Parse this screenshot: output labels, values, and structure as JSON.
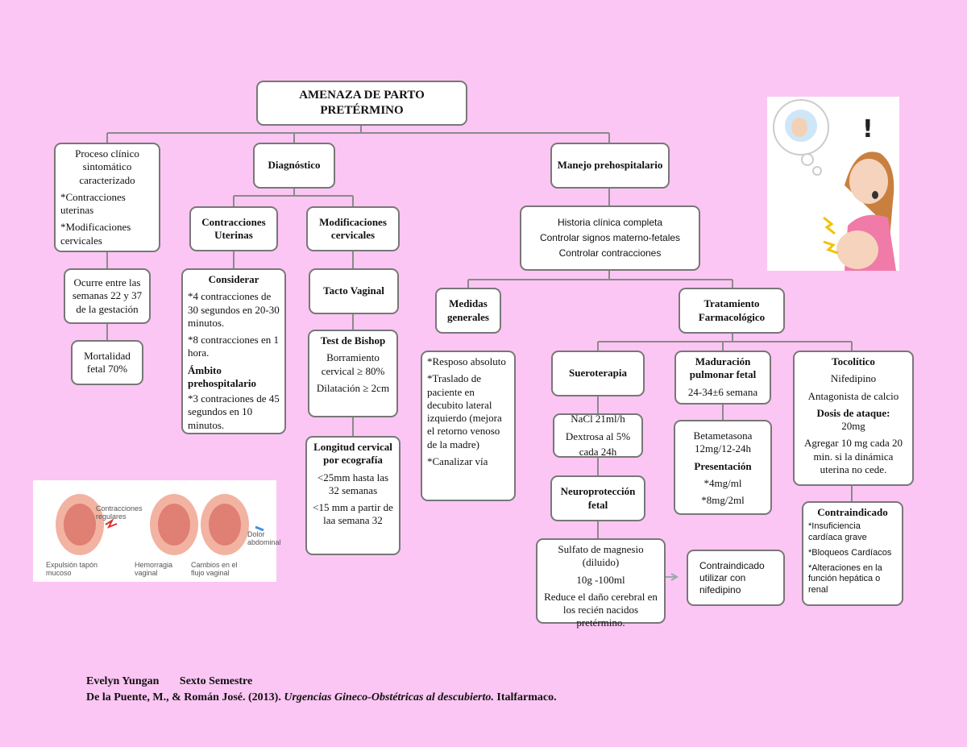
{
  "title": "AMENAZA DE PARTO PRETÉRMINO",
  "clinical": {
    "heading": "Proceso clínico sintomático caracterizado",
    "items": [
      "*Contracciones uterinas",
      "*Modificaciones cervicales"
    ],
    "weeks": "Ocurre entre las semanas 22 y 37 de la gestación",
    "mortality": "Mortalidad fetal 70%"
  },
  "diagnosis": {
    "label": "Diagnóstico",
    "contractions": {
      "label": "Contracciones Uterinas",
      "consider_title": "Considerar",
      "consider_items": [
        "*4 contracciones de 30 segundos en 20-30 minutos.",
        "*8 contracciones en 1 hora."
      ],
      "prehosp_title": "Ámbito prehospitalario",
      "prehosp_item": "*3 contraciones de 45 segundos en 10 minutos."
    },
    "cervical": {
      "label": "Modificaciones cervicales",
      "exam": "Tacto Vaginal",
      "bishop_title": "Test de Bishop",
      "bishop_items": [
        "Borramiento cervical  ≥ 80%",
        "Dilatación ≥ 2cm"
      ],
      "length_title": "Longitud cervical por ecografía",
      "length_items": [
        "<25mm hasta las 32 semanas",
        "<15 mm a partir de laa semana 32"
      ]
    }
  },
  "management": {
    "label": "Manejo prehospitalario",
    "history_items": [
      "Historia clínica completa",
      "Controlar signos materno-fetales",
      "Controlar contracciones"
    ],
    "general": {
      "label": "Medidas generales",
      "items": [
        "*Resposo absoluto",
        "*Traslado de paciente en decubito lateral izquierdo (mejora el retorno venoso de la madre)",
        "*Canalizar vía"
      ]
    },
    "pharma": {
      "label": "Tratamiento Farmacológico",
      "serotherapy": {
        "label": "Sueroterapia",
        "items": [
          "NaCl 21ml/h",
          "Dextrosa al 5% cada 24h"
        ]
      },
      "neuro": {
        "label": "Neuroprotección fetal",
        "items": [
          "Sulfato de magnesio (diluido)",
          "10g -100ml",
          "Reduce el daño cerebral en los recién nacidos pretérmino."
        ],
        "contra": "Contraindicado utilizar con nifedipino"
      },
      "lung": {
        "label": "Maduración pulmonar fetal",
        "weeks": "24-34±6 semana",
        "drug": "Betametasona 12mg/12-24h",
        "presentation_title": "Presentación",
        "presentations": [
          "*4mg/ml",
          "*8mg/2ml"
        ]
      },
      "tocolytic": {
        "label": "Tocolítico",
        "items": [
          "Nifedipino",
          "Antagonista de calcio"
        ],
        "dose_title": "Dosis de ataque:",
        "dose_items": [
          "20mg",
          "Agregar 10 mg cada 20 min. si la dinámica uterina no cede."
        ],
        "contra_title": "Contraindicado",
        "contra_items": [
          "*Insuficiencia cardíaca grave",
          "*Bloqueos Cardíacos",
          "*Alteraciones en la función hepática o renal"
        ]
      }
    }
  },
  "illustration_labels": [
    "Contracciones regulares",
    "Expulsión tapón mucoso",
    "Hemorragia vaginal",
    "Cambios en el flujo vaginal",
    "Dolor abdominal"
  ],
  "footer": {
    "author": "Evelyn Yungan",
    "semester": "Sexto Semestre",
    "citation_authors": "De la Puente, M., & Román José. (2013).",
    "citation_title": "Urgencias Gineco-Obstétricas al descubierto.",
    "citation_publisher": "Italfarmaco."
  },
  "colors": {
    "background": "#fbc6f3",
    "box_border": "#777777",
    "connector": "#888888"
  }
}
